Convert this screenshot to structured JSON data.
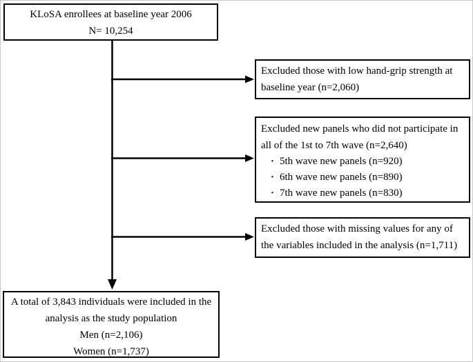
{
  "flowchart": {
    "top_box": {
      "line1": "KLoSA enrollees at baseline year 2006",
      "line2": "N= 10,254"
    },
    "exclusion_boxes": [
      {
        "text": "Excluded those with low hand-grip strength at baseline year (n=2,060)",
        "bullets": []
      },
      {
        "text": "Excluded new panels who did not participate in all of the 1st to 7th wave (n=2,640)",
        "bullets": [
          "5th wave new panels (n=920)",
          "6th wave new panels (n=890)",
          "7th wave new panels (n=830)"
        ]
      },
      {
        "text": "Excluded those with missing values for any of the variables included in the analysis (n=1,711)",
        "bullets": []
      }
    ],
    "bottom_box": {
      "line1": "A total of 3,843 individuals were included in the",
      "line2": "analysis as the study population",
      "line3": "Men (n=2,106)",
      "line4": "Women (n=1,737)"
    },
    "colors": {
      "line": "#000000",
      "box_border": "#000000",
      "background": "#ffffff"
    }
  }
}
